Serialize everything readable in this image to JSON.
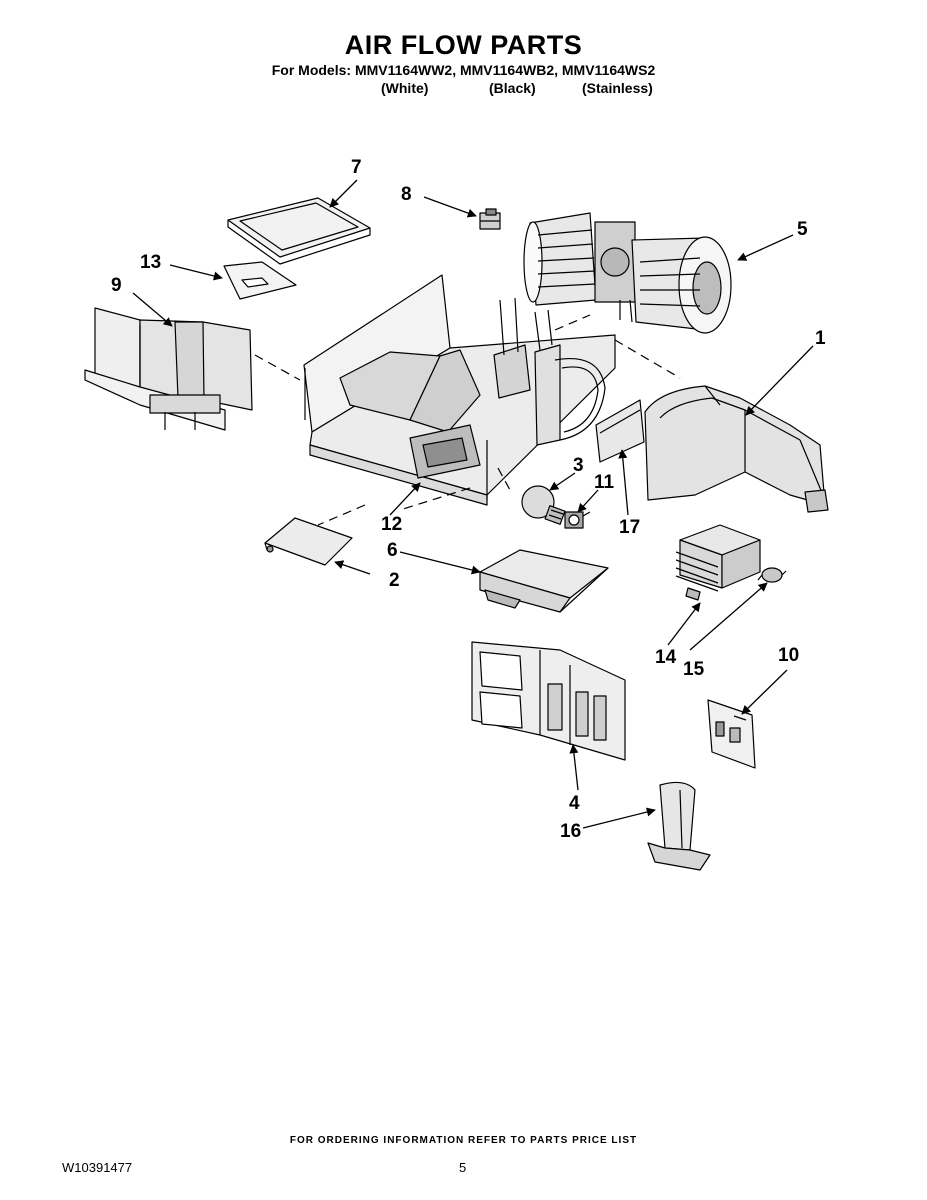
{
  "header": {
    "title": "AIR FLOW PARTS",
    "models_line": "For Models: MMV1164WW2, MMV1164WB2, MMV1164WS2",
    "variants": {
      "white": "(White)",
      "black": "(Black)",
      "stainless": "(Stainless)"
    }
  },
  "callouts": {
    "c1": "1",
    "c2": "2",
    "c3": "3",
    "c4": "4",
    "c5": "5",
    "c6": "6",
    "c7": "7",
    "c8": "8",
    "c9": "9",
    "c10": "10",
    "c11": "11",
    "c12": "12",
    "c13": "13",
    "c14": "14",
    "c15": "15",
    "c16": "16",
    "c17": "17"
  },
  "footer": {
    "ordering_note": "FOR ORDERING INFORMATION REFER TO PARTS PRICE LIST",
    "doc_number": "W10391477",
    "page_number": "5"
  }
}
